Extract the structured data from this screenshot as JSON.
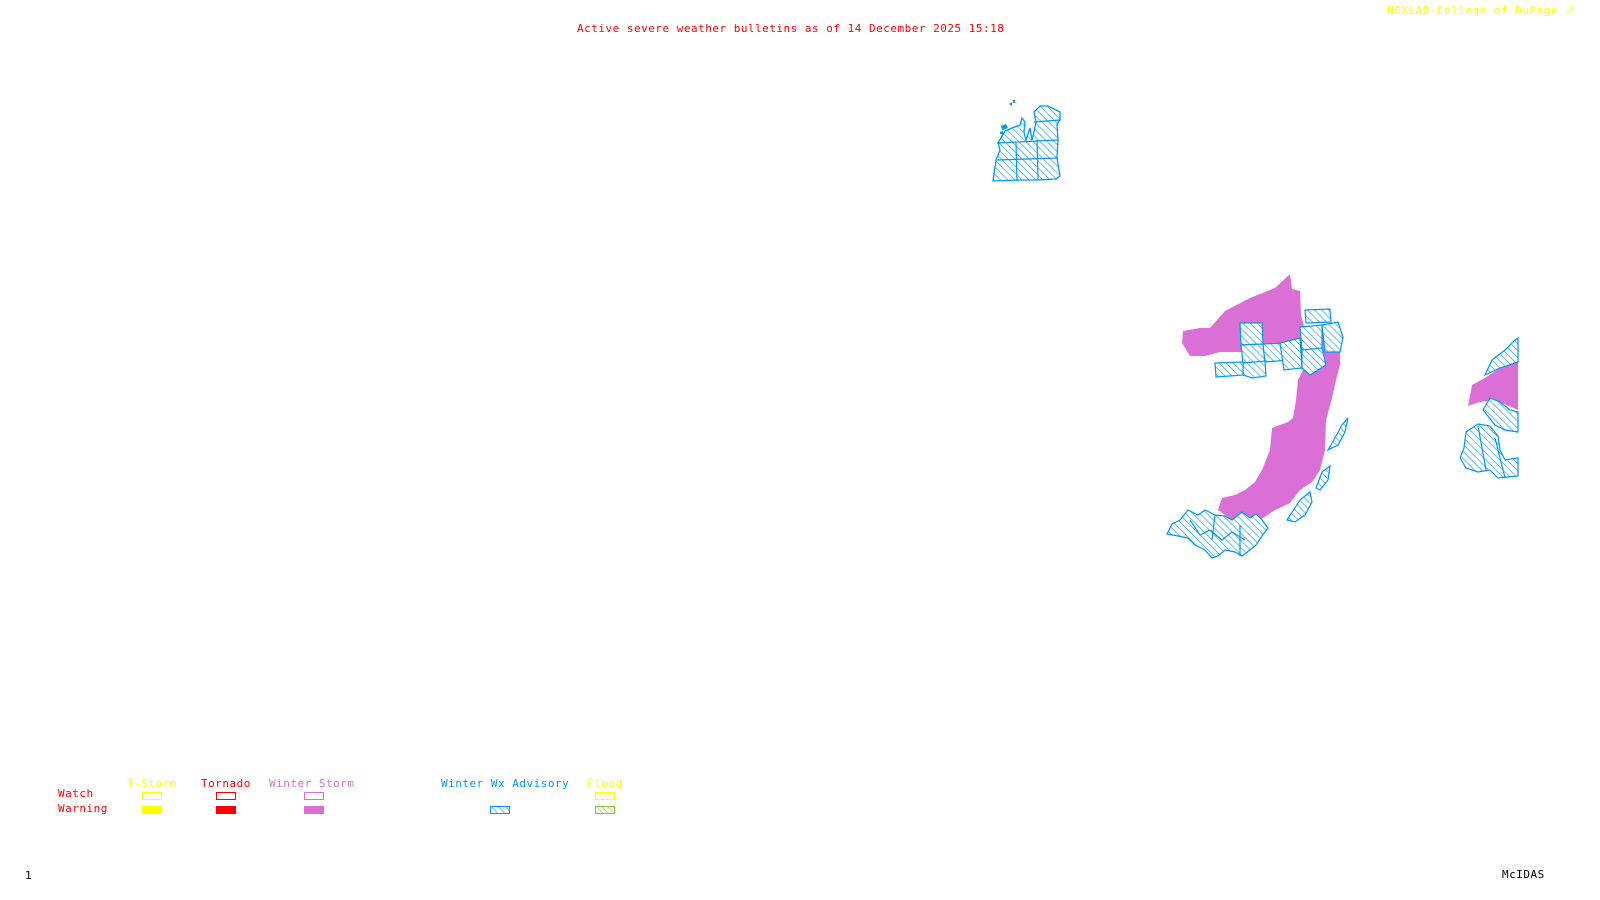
{
  "header": {
    "title": "Active severe weather bulletins as of 14 December 2025 15:18",
    "credit": "NEXLAB-College of DuPage",
    "credit_icon": "nexlab-logo-icon"
  },
  "colors": {
    "title": "#ff0000",
    "credit": "#ffff00",
    "tstorm": "#ffff00",
    "tornado": "#ff0000",
    "winter_storm": "#da70d6",
    "winter_wx_advisory": "#0099ee",
    "flood_watch": "#ffff00",
    "flood_warning": "#88cc22",
    "footer": "#000000"
  },
  "legend": {
    "row_labels": {
      "watch": "Watch",
      "warning": "Warning"
    },
    "categories": [
      {
        "key": "tstorm",
        "label": "T-Storm",
        "watch": "outline",
        "warning": "solid"
      },
      {
        "key": "tornado",
        "label": "Tornado",
        "watch": "outline",
        "warning": "solid"
      },
      {
        "key": "winter_storm",
        "label": "Winter Storm",
        "watch": "outline",
        "warning": "solid"
      },
      {
        "key": "winter_wx_advisory",
        "label": "Winter Wx Advisory",
        "watch": "none",
        "warning": "hatched"
      },
      {
        "key": "flood",
        "label": "Flood",
        "watch": "hatched",
        "warning": "hatched"
      }
    ]
  },
  "map": {
    "regions": [
      {
        "name": "winter-wx-advisory-northern-michigan",
        "type": "winter_wx_advisory"
      },
      {
        "name": "winter-storm-warning-appalachian-band",
        "type": "winter_storm"
      },
      {
        "name": "winter-wx-advisory-ohio-valley-north",
        "type": "winter_wx_advisory"
      },
      {
        "name": "winter-wx-advisory-appalachian-south",
        "type": "winter_wx_advisory"
      },
      {
        "name": "winter-storm-warning-new-england",
        "type": "winter_storm"
      },
      {
        "name": "winter-wx-advisory-new-england",
        "type": "winter_wx_advisory"
      }
    ]
  },
  "footer": {
    "frame_number": "1",
    "software": "McIDAS"
  }
}
